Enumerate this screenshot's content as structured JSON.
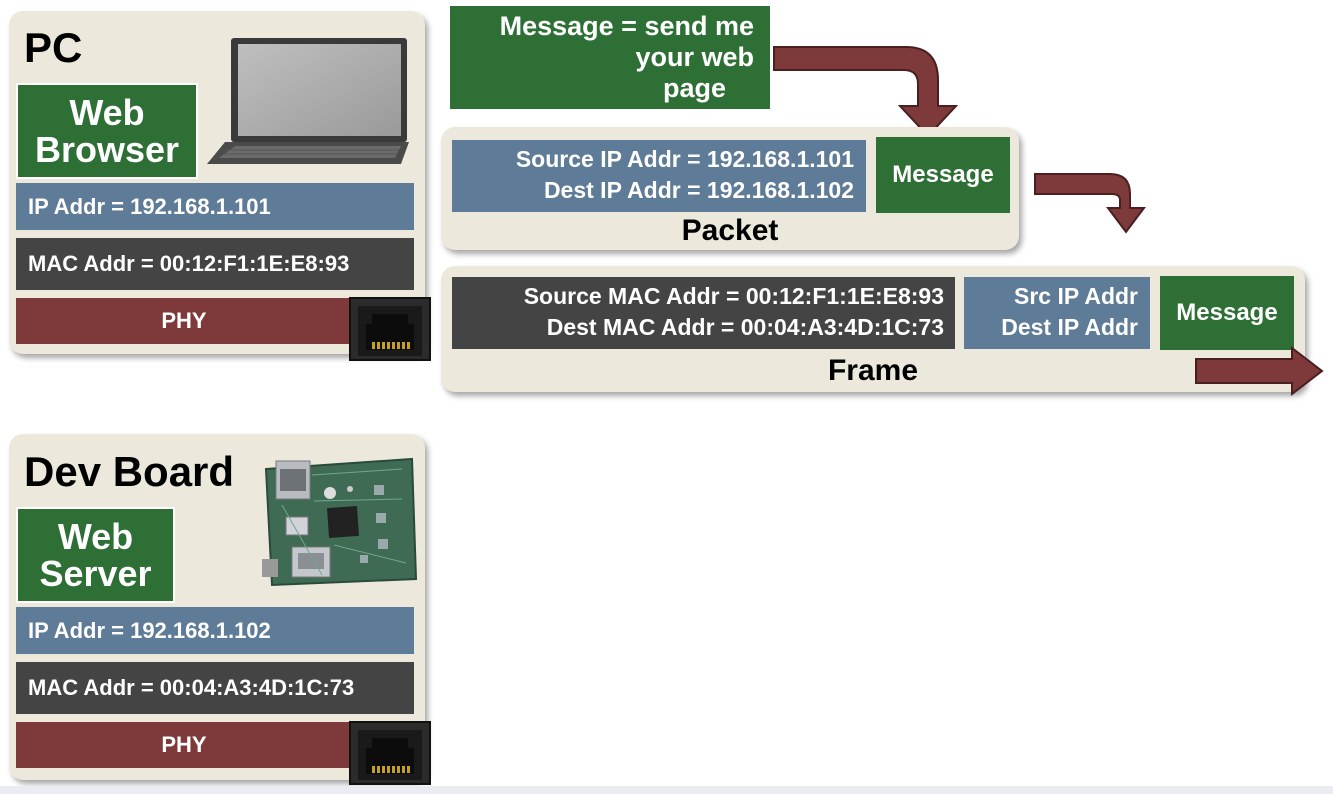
{
  "pc": {
    "title": "PC",
    "app_line1": "Web",
    "app_line2": "Browser",
    "ip": "IP Addr = 192.168.1.101",
    "mac": "MAC Addr = 00:12:F1:1E:E8:93",
    "phy": "PHY"
  },
  "dev": {
    "title": "Dev Board",
    "app_line1": "Web",
    "app_line2": "Server",
    "ip": "IP Addr = 192.168.1.102",
    "mac": "MAC Addr = 00:04:A3:4D:1C:73",
    "phy": "PHY"
  },
  "message_box": {
    "line1": "Message = send me",
    "line2": "your web",
    "line3": "page"
  },
  "packet": {
    "label": "Packet",
    "src": "Source  IP Addr = 192.168.1.101",
    "dst": "Dest  IP Addr = 192.168.1.102",
    "message": "Message"
  },
  "frame": {
    "label": "Frame",
    "src_mac": "Source  MAC Addr = 00:12:F1:1E:E8:93",
    "dst_mac": "Dest  MAC Addr = 00:04:A3:4D:1C:73",
    "src_ip": "Src  IP Addr",
    "dst_ip": "Dest  IP Addr",
    "message": "Message"
  },
  "colors": {
    "panel": "#ece9dc",
    "green": "#2e6f36",
    "blue": "#5e7b98",
    "dark": "#444444",
    "phy_red": "#7e3a3a",
    "arrow": "#7e3a3a"
  }
}
